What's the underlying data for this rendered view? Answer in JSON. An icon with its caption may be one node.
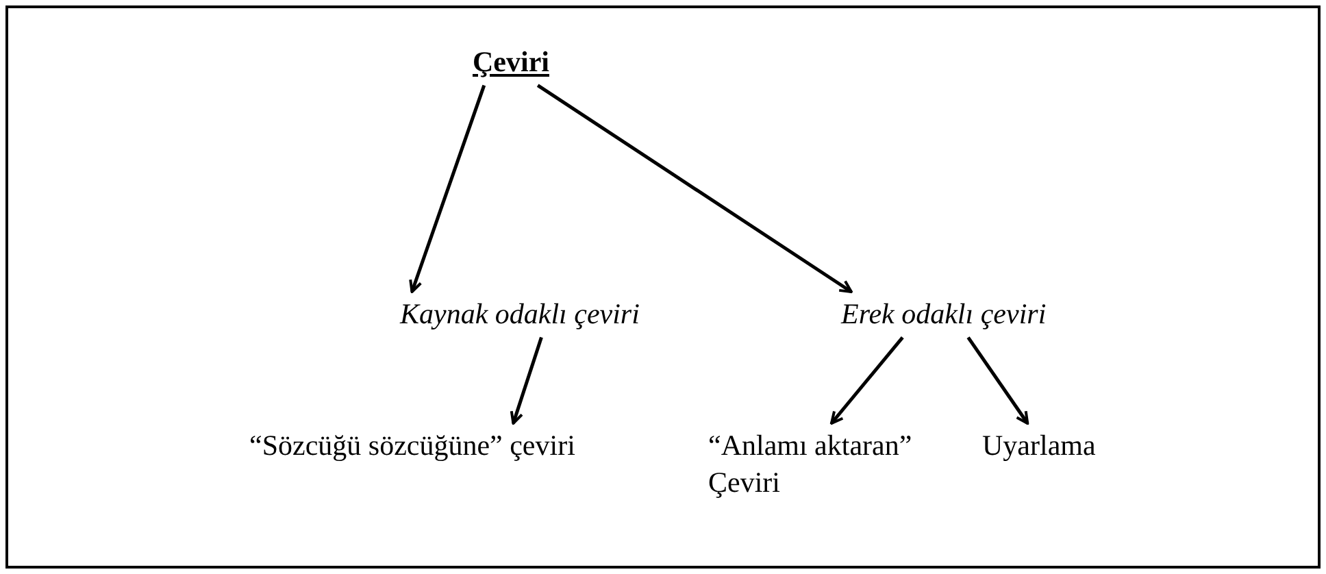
{
  "diagram": {
    "nodes": [
      {
        "text": [
          "Çeviri"
        ]
      },
      {
        "text": [
          "Kaynak odaklı çeviri"
        ]
      },
      {
        "text": [
          "Erek odaklı çeviri"
        ]
      },
      {
        "text": [
          "“Sözcüğü sözcüğüne” çeviri"
        ]
      },
      {
        "text": [
          "“Anlamı aktaran” Çeviri"
        ]
      },
      {
        "text": [
          "Uyarlama"
        ]
      }
    ],
    "edges": [
      {
        "from": 0,
        "to": 1,
        "arrow": "to"
      },
      {
        "from": 0,
        "to": 2,
        "arrow": "to"
      },
      {
        "from": 1,
        "to": 3,
        "arrow": "to"
      },
      {
        "from": 2,
        "to": 4,
        "arrow": "to"
      },
      {
        "from": 2,
        "to": 5,
        "arrow": "to"
      }
    ]
  }
}
